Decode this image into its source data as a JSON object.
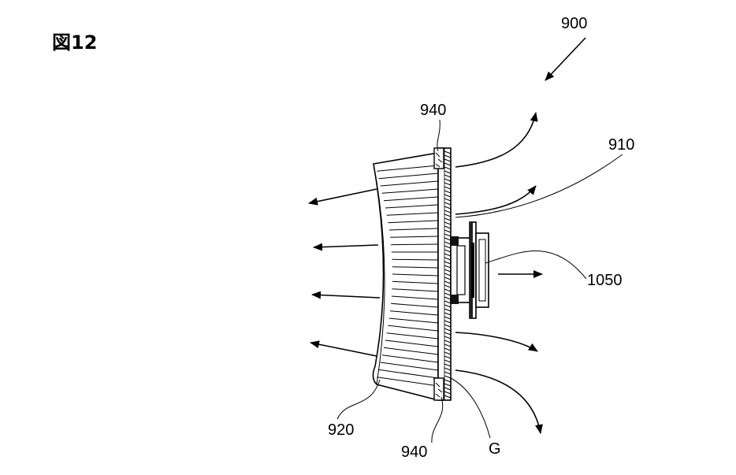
{
  "figure": {
    "title": "図12",
    "labels": {
      "device": "900",
      "plate": "910",
      "fins": "920",
      "spacer_top": "940",
      "spacer_bottom": "940",
      "module": "1050",
      "gap": "G"
    }
  }
}
